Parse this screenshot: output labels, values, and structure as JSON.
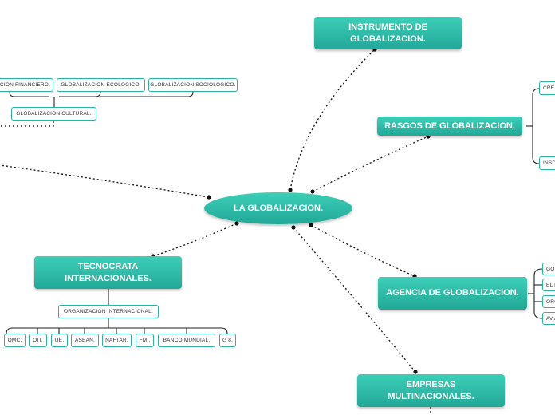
{
  "map": {
    "center": "LA GLOBALIZACION.",
    "instrumento": "INSTRUMENTO DE GLOBALIZACION.",
    "rasgos": "RASGOS DE GLOBALIZACION.",
    "tecnocrata": "TECNOCRATA INTERNACIONALES.",
    "agencia": "AGENCIA DE GLOBALIZACION.",
    "empresas": "EMPRESAS MULTINACIONALES.",
    "tipos": [
      "CION FINANCIERO.",
      "GLOBALIZACION ECOLOGICO.",
      "GLOBALIZACION SOCIOLOGICO.",
      "GLOBALIZACION CULTURAL."
    ],
    "rasgos_items": [
      "CREA",
      "INSD"
    ],
    "agencia_items": [
      "GO",
      "EL E",
      "ORG",
      "AV.A"
    ],
    "org_internacional": "ORGANIZACION INTERNACIONAL.",
    "organismos": [
      "OMC.",
      "OIT.",
      "UE.",
      "ASEAN.",
      "NAFTAR.",
      "FMI.",
      "BANCO MUNDIAL.",
      "G 8."
    ]
  }
}
